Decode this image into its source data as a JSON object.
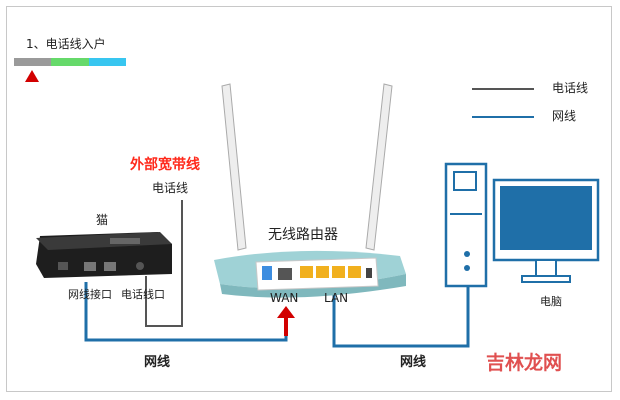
{
  "step": {
    "label": "1、电话线入户",
    "bar_colors": [
      "#9a9a9a",
      "#66d96a",
      "#38c6f0"
    ],
    "arrow_color": "#d20000"
  },
  "legend": {
    "phone_line_label": "电话线",
    "network_cable_label": "网线",
    "phone_line_color": "#555555",
    "network_cable_color": "#1f6fa8"
  },
  "external_line": {
    "title": "外部宽带线",
    "subtitle": "电话线",
    "title_color": "#ff2a1c"
  },
  "modem": {
    "title": "猫",
    "port_network": "网线接口",
    "port_phone": "电话线口"
  },
  "router": {
    "title": "无线路由器",
    "wan_label": "WAN",
    "lan_label": "LAN",
    "body_color": "#9fd2d6"
  },
  "pc": {
    "label": "电脑"
  },
  "cables": {
    "left_label": "网线",
    "right_label": "网线"
  },
  "watermark": {
    "text": "吉林龙网",
    "color": "#e05050"
  }
}
